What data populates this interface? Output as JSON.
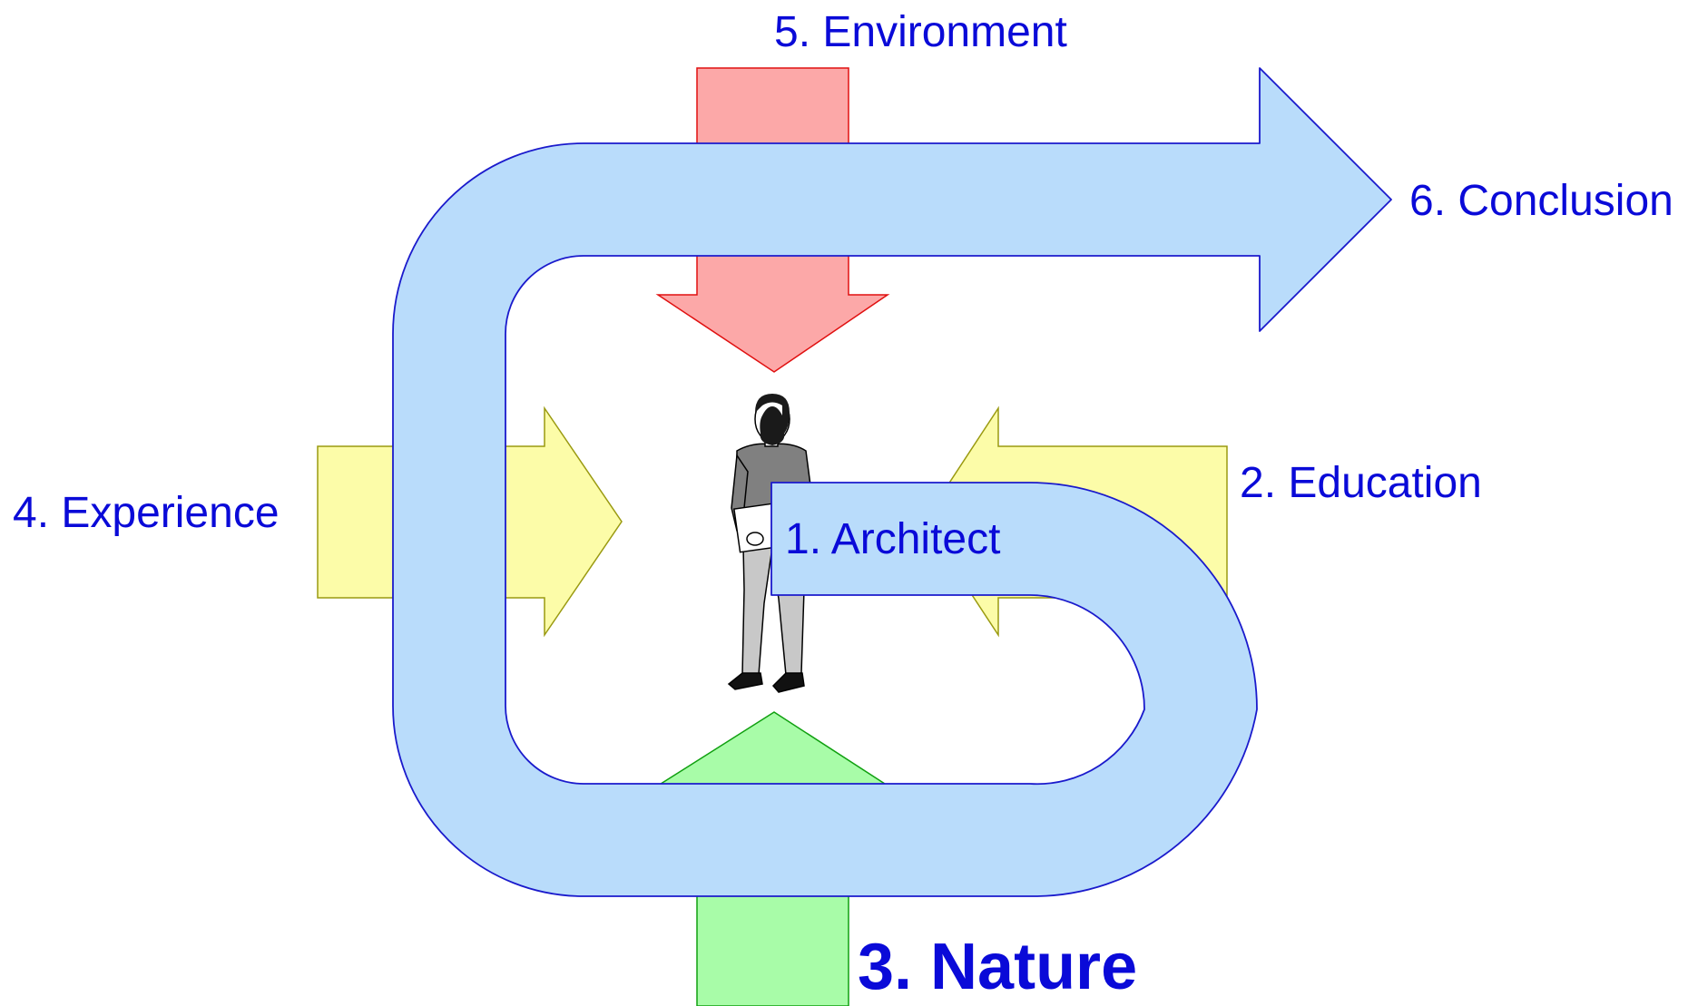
{
  "labels": {
    "architect": "1. Architect",
    "education": "2. Education",
    "nature": "3. Nature",
    "experience": "4. Experience",
    "environment": "5. Environment",
    "conclusion": "6. Conclusion"
  },
  "colors": {
    "text": "#0a0ad8",
    "main_arrow_fill": "#b9dcfb",
    "main_arrow_stroke": "#1a1acc",
    "environment_fill": "#fca8a8",
    "environment_stroke": "#e01010",
    "nature_fill": "#a8fca8",
    "nature_stroke": "#10a010",
    "side_fill": "#fcfca8",
    "side_stroke": "#9a9a10"
  },
  "icons": {
    "figure": "architect-person-icon"
  }
}
